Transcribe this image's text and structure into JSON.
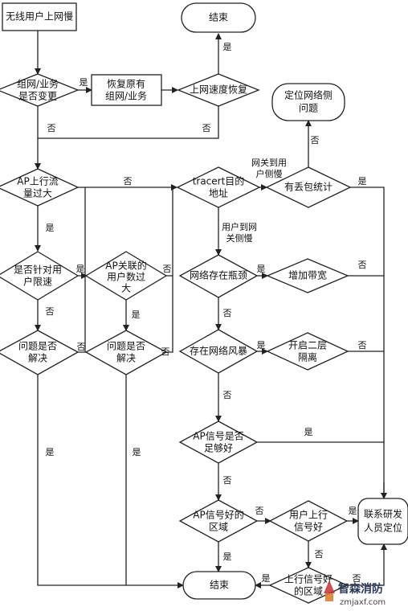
{
  "flowchart": {
    "start": "无线用户上网慢",
    "end_top": "结束",
    "end_bottom": "结束",
    "q_service_change": [
      "组网/业务",
      "是否变更"
    ],
    "restore_service": [
      "恢复原有",
      "组网/业务"
    ],
    "speed_restored": "上网速度恢复",
    "locate_network": [
      "定位网络侧",
      "问题"
    ],
    "ap_uplink": [
      "AP上行流",
      "量过大"
    ],
    "tracert": [
      "tracert目的",
      "地址"
    ],
    "packet_loss": "有丢包统计",
    "user_rate_limit": [
      "是否针对用",
      "户限速"
    ],
    "ap_user_count": [
      "AP关联的",
      "用户数过",
      "大"
    ],
    "net_bottleneck": "网络存在瓶颈",
    "add_bandwidth": "增加带宽",
    "q_solved_1": [
      "问题是否",
      "解决"
    ],
    "q_solved_2": [
      "问题是否",
      "解决"
    ],
    "storm": "存在网络风暴",
    "enable_l2": [
      "开启二层",
      "隔离"
    ],
    "ap_signal_ok": [
      "AP信号是否",
      "足够好"
    ],
    "ap_signal_area": [
      "AP信号好的",
      "区域"
    ],
    "uplink_signal": [
      "用户上行",
      "信号好"
    ],
    "uplink_signal_area": [
      "上行信号好",
      "的区域"
    ],
    "contact_rd": [
      "联系研发",
      "人员定位"
    ]
  },
  "edge_labels": {
    "yes": "是",
    "no": "否",
    "gw_to_user": [
      "网关到用",
      "户侧慢"
    ],
    "user_to_gw": [
      "用户到网",
      "关侧慢"
    ]
  },
  "watermark": {
    "cn": "智森消防",
    "url": "zmjaxf.com"
  }
}
